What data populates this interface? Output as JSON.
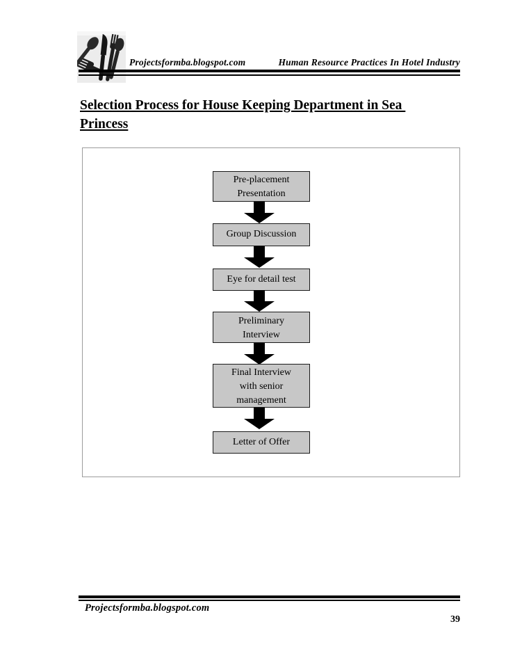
{
  "header": {
    "site": "Projectsformba.blogspot.com",
    "course": "Human Resource Practices In Hotel Industry",
    "logo": "crossed-cutlery"
  },
  "title": {
    "line1": "Selection Process for House Keeping Department in Sea ",
    "line2": "Princess"
  },
  "flowchart": {
    "description": "Selection process flow, top to bottom with downward block arrows",
    "steps": [
      {
        "label": "Pre-placement\nPresentation"
      },
      {
        "label": "Group Discussion"
      },
      {
        "label": "Eye for detail test"
      },
      {
        "label": "Preliminary\nInterview"
      },
      {
        "label": "Final Interview\nwith senior\nmanagement"
      },
      {
        "label": "Letter of Offer"
      }
    ],
    "colors": {
      "box_fill": "#c7c7c7",
      "box_border": "#1a1a1a",
      "arrow": "#000000",
      "frame_border": "#9b9b9b"
    }
  },
  "footer": {
    "site": "Projectsformba.blogspot.com",
    "page_number": "39"
  }
}
